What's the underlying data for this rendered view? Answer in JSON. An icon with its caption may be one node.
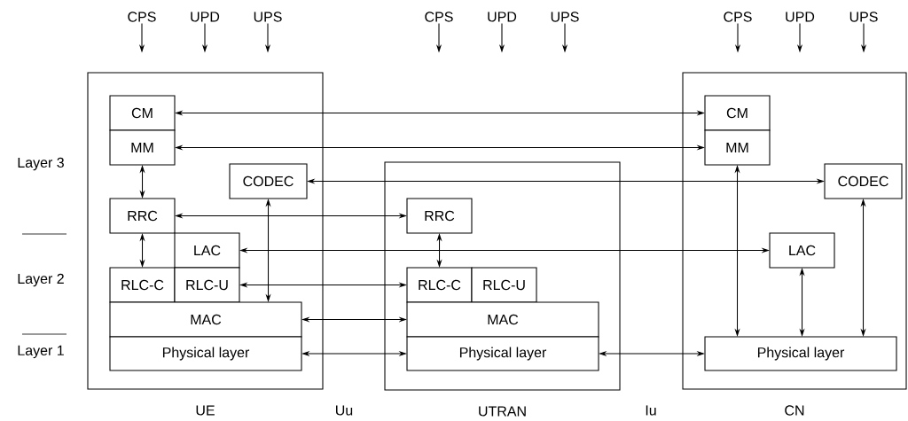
{
  "diagram": {
    "nodes": [
      {
        "text": [
          "UE"
        ]
      },
      {
        "text": [
          "CM"
        ],
        "in": 0
      },
      {
        "text": [
          "MM"
        ],
        "in": 0
      },
      {
        "text": [
          "CODEC"
        ],
        "in": 0
      },
      {
        "text": [
          "RRC"
        ],
        "in": 0
      },
      {
        "text": [
          "LAC"
        ],
        "in": 0
      },
      {
        "text": [
          "RLC-C"
        ],
        "in": 0
      },
      {
        "text": [
          "RLC-U"
        ],
        "in": 0
      },
      {
        "text": [
          "MAC"
        ],
        "in": 0
      },
      {
        "text": [
          "Physical layer"
        ],
        "in": 0
      },
      {
        "text": [
          "UTRAN"
        ]
      },
      {
        "text": [
          "RRC"
        ],
        "in": 10
      },
      {
        "text": [
          "RLC-C"
        ],
        "in": 10
      },
      {
        "text": [
          "RLC-U"
        ],
        "in": 10
      },
      {
        "text": [
          "MAC"
        ],
        "in": 10
      },
      {
        "text": [
          "Physical layer"
        ],
        "in": 10
      },
      {
        "text": [
          "CN"
        ]
      },
      {
        "text": [
          "CM"
        ],
        "in": 16
      },
      {
        "text": [
          "MM"
        ],
        "in": 16
      },
      {
        "text": [
          "CODEC"
        ],
        "in": 16
      },
      {
        "text": [
          "LAC"
        ],
        "in": 16
      },
      {
        "text": [
          "Physical layer"
        ],
        "in": 16
      },
      {
        "text": [
          "CPS"
        ]
      },
      {
        "text": [
          "UPD"
        ]
      },
      {
        "text": [
          "UPS"
        ]
      },
      {
        "text": [
          "CPS"
        ]
      },
      {
        "text": [
          "UPD"
        ]
      },
      {
        "text": [
          "UPS"
        ]
      },
      {
        "text": [
          "CPS"
        ]
      },
      {
        "text": [
          "UPD"
        ]
      },
      {
        "text": [
          "UPS"
        ]
      }
    ],
    "edges": [
      {
        "from": 1,
        "to": 17,
        "arrow": "both"
      },
      {
        "from": 2,
        "to": 18,
        "arrow": "both"
      },
      {
        "from": 3,
        "to": 19,
        "arrow": "both"
      },
      {
        "from": 4,
        "to": 11,
        "arrow": "both"
      },
      {
        "from": 5,
        "to": 20,
        "arrow": "both"
      },
      {
        "from": 7,
        "to": 12,
        "arrow": "both"
      },
      {
        "from": 8,
        "to": 14,
        "arrow": "both"
      },
      {
        "from": 9,
        "to": 15,
        "arrow": "both"
      },
      {
        "from": 15,
        "to": 21,
        "arrow": "both"
      },
      {
        "from": 2,
        "to": 4,
        "arrow": "both"
      },
      {
        "from": 4,
        "to": 6,
        "arrow": "both"
      },
      {
        "from": 3,
        "to": 8,
        "arrow": "both"
      },
      {
        "from": 11,
        "to": 12,
        "arrow": "both"
      },
      {
        "from": 18,
        "to": 21,
        "arrow": "both"
      },
      {
        "from": 20,
        "to": 21,
        "arrow": "both"
      },
      {
        "from": 19,
        "to": 21,
        "arrow": "both"
      },
      {
        "from": 22,
        "to": null,
        "arrow": "to"
      },
      {
        "from": 23,
        "to": null,
        "arrow": "to"
      },
      {
        "from": 24,
        "to": null,
        "arrow": "to"
      },
      {
        "from": 25,
        "to": null,
        "arrow": "to"
      },
      {
        "from": 26,
        "to": null,
        "arrow": "to"
      },
      {
        "from": 27,
        "to": null,
        "arrow": "to"
      },
      {
        "from": 28,
        "to": null,
        "arrow": "to"
      },
      {
        "from": 29,
        "to": null,
        "arrow": "to"
      },
      {
        "from": 30,
        "to": null,
        "arrow": "to"
      }
    ],
    "labels": [
      "Layer 3",
      "Layer 2",
      "Layer 1",
      "Uu",
      "Iu"
    ]
  }
}
